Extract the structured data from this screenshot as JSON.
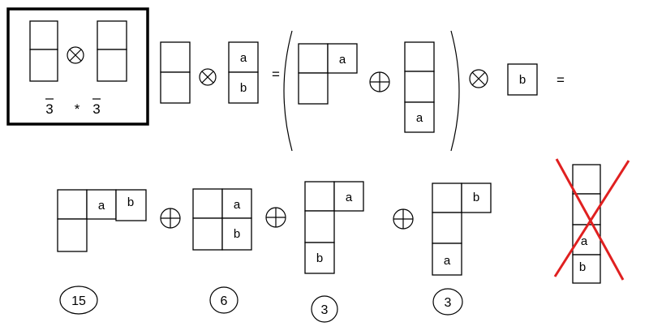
{
  "colors": {
    "ink": "#000000",
    "strike": "#e02020"
  },
  "boxed_expression": {
    "left_rep": "3",
    "operator": "*",
    "right_rep": "3"
  },
  "equals": "=",
  "labels": {
    "a": "a",
    "b": "b"
  },
  "multiplicities": [
    "15",
    "6",
    "3",
    "3"
  ]
}
